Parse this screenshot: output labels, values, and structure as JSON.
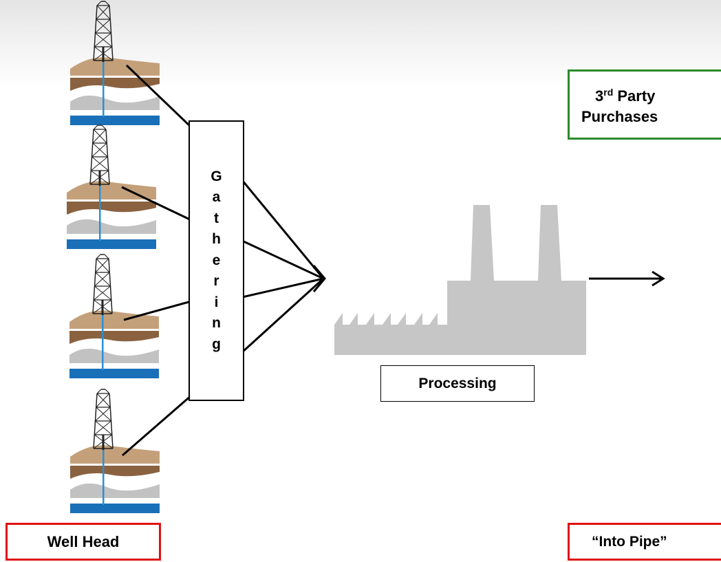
{
  "labels": {
    "gathering_letters": [
      "G",
      "a",
      "t",
      "h",
      "e",
      "r",
      "i",
      "n",
      "g"
    ],
    "processing": "Processing",
    "well_head": "Well Head",
    "into_pipe": "“Into Pipe”",
    "third_party": {
      "number": "3",
      "superscript": "rd",
      "word": "Party",
      "line2": "Purchases"
    }
  },
  "colors": {
    "sand": "#c4a07a",
    "dirt": "#8a6240",
    "rock": "#c2c2c2",
    "water": "#1a70b8",
    "well_pipe": "#2b8fd6",
    "factory": "#c6c6c6",
    "well_head_border": "#e01010",
    "into_pipe_border": "#e01010",
    "party_border": "#2a8a2a"
  },
  "icons": {
    "well": "oil-derrick-icon",
    "plant": "factory-icon",
    "arrow": "arrow-right-icon"
  }
}
